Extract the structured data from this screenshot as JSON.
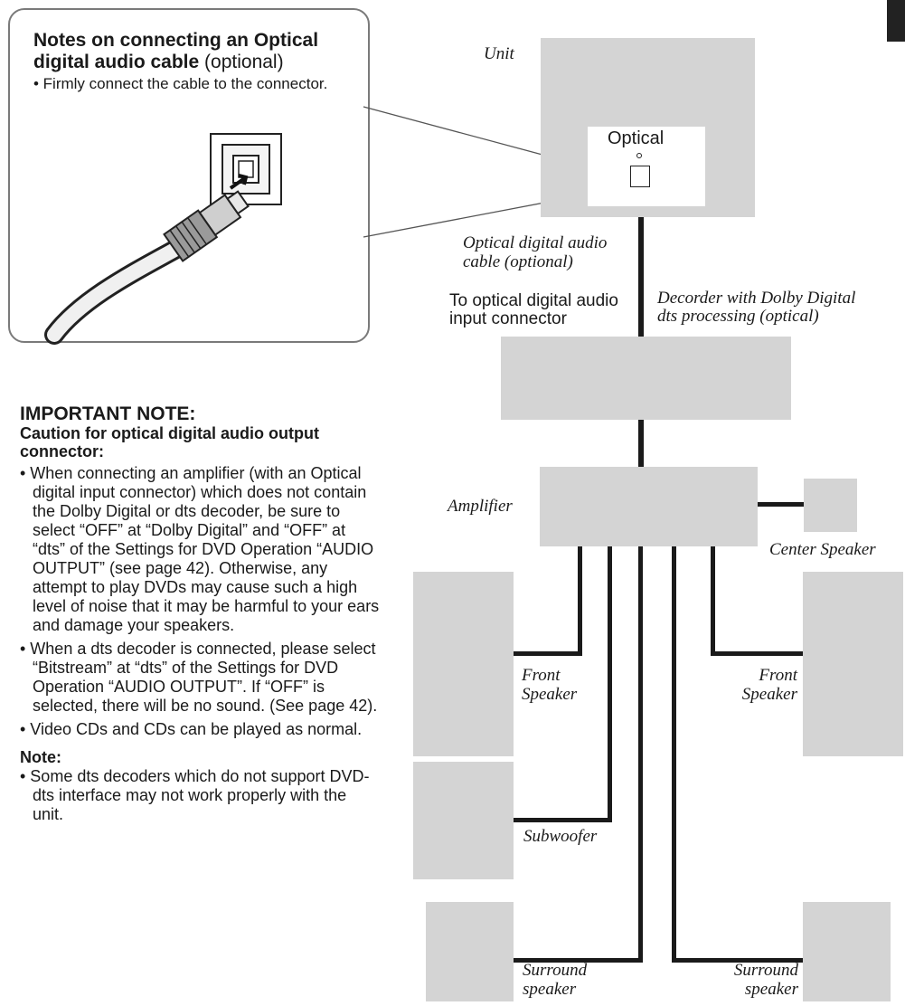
{
  "callout": {
    "title": "Notes on connecting an Optical digital audio cable",
    "title_suffix": "(optional)",
    "bullet": "• Firmly connect the cable to the connector."
  },
  "notes": {
    "important_heading": "IMPORTANT NOTE:",
    "caution_heading": "Caution for optical digital audio output connector:",
    "bullets": [
      "• When connecting an amplifier (with an Optical digital input connector) which does not contain the Dolby Digital or dts decoder, be sure to select “OFF” at “Dolby Digital” and “OFF” at “dts” of the Settings for DVD Operation “AUDIO OUTPUT” (see page 42). Otherwise, any attempt to play DVDs may cause such a high level of noise that it may be harmful to your ears and damage your speakers.",
      "• When a dts decoder is connected, please select “Bitstream” at “dts” of the Settings for DVD Operation “AUDIO OUTPUT”. If “OFF” is selected, there will be no sound. (See page 42).",
      "• Video CDs and CDs can be played as normal."
    ],
    "note_heading": "Note:",
    "note_bullet": "• Some dts decoders which do not support DVD-dts interface may not work properly with the unit."
  },
  "diagram": {
    "unit": "Unit",
    "optical": "Optical",
    "cable": "Optical digital audio cable (optional)",
    "to_input": "To optical digital audio input connector",
    "decoder": "Decorder with Dolby Digital dts processing (optical)",
    "amplifier": "Amplifier",
    "center": "Center Speaker",
    "front_left": "Front Speaker",
    "front_right": "Front Speaker",
    "subwoofer": "Subwoofer",
    "surround_left": "Surround speaker",
    "surround_right": "Surround speaker"
  }
}
